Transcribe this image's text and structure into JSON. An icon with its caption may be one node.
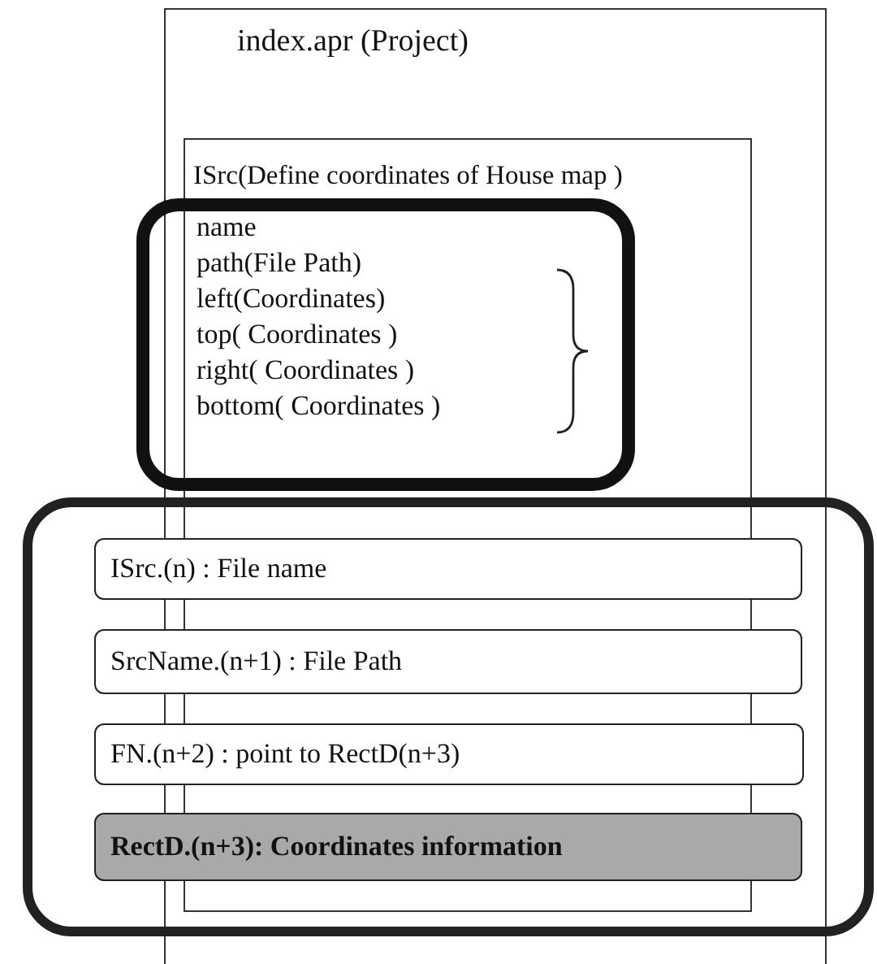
{
  "diagram": {
    "nodes": [
      {
        "text": [
          "index.apr (Project)"
        ]
      },
      {
        "text": [
          "ISrc(Define coordinates of House map )"
        ],
        "in": 0
      },
      {
        "text": [
          "name",
          "path(File Path)",
          "left(Coordinates)",
          "top( Coordinates )",
          "right( Coordinates )",
          "bottom( Coordinates )"
        ]
      },
      {
        "text": [],
        "shape": "box"
      },
      {
        "text": [
          "ISrc.(n) : File name"
        ],
        "in": 3
      },
      {
        "text": [
          "SrcName.(n+1) : File Path"
        ],
        "in": 3
      },
      {
        "text": [
          "FN.(n+2) : point to RectD(n+3)"
        ],
        "in": 3
      },
      {
        "text": [
          "RectD.(n+3): Coordinates information"
        ],
        "in": 3
      }
    ]
  }
}
